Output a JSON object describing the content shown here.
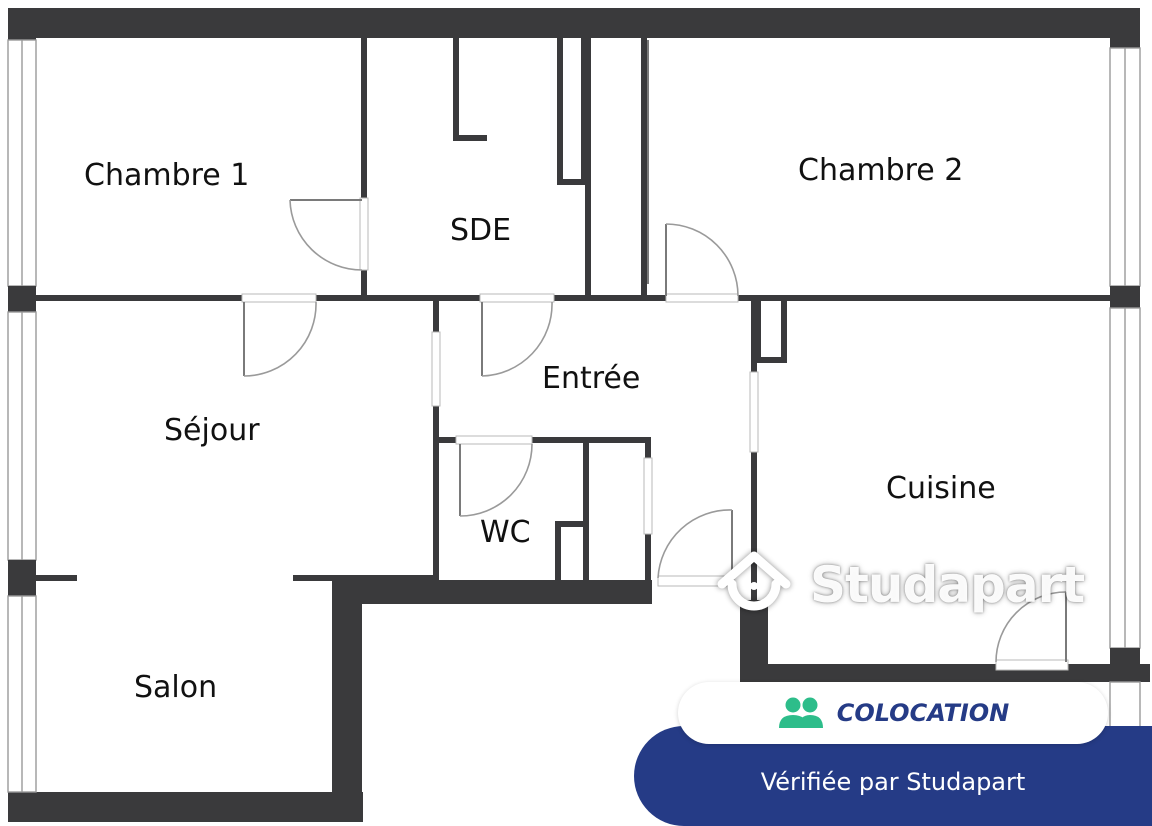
{
  "rooms": {
    "chambre1": "Chambre 1",
    "sde": "SDE",
    "chambre2": "Chambre 2",
    "entree": "Entrée",
    "sejour": "Séjour",
    "wc": "WC",
    "cuisine": "Cuisine",
    "salon": "Salon"
  },
  "watermark": {
    "brand": "Studapart",
    "icon": "studapart-house-smile-icon"
  },
  "badge": {
    "label": "COLOCATION",
    "icon": "users-icon",
    "icon_color": "#2dbd8a"
  },
  "verified": {
    "label": "Vérifiée par Studapart"
  },
  "colors": {
    "wall": "#3a3a3c",
    "brand_blue": "#253b86",
    "accent_green": "#2dbd8a"
  }
}
